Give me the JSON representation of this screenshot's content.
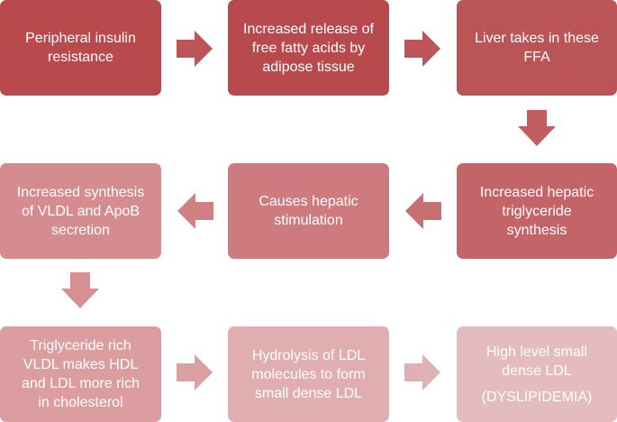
{
  "diagram": {
    "steps": [
      {
        "lines": [
          "Peripheral insulin",
          "resistance"
        ],
        "color": "#b84a4e"
      },
      {
        "lines": [
          "Increased release of",
          "free fatty acids by",
          "adipose tissue"
        ],
        "color": "#b84a4e"
      },
      {
        "lines": [
          "Liver takes in these",
          "FFA"
        ],
        "color": "#bb5457"
      },
      {
        "lines": [
          "Increased hepatic",
          "triglyceride",
          "synthesis"
        ],
        "color": "#c36468"
      },
      {
        "lines": [
          "Causes hepatic",
          "stimulation"
        ],
        "color": "#cd7b7e"
      },
      {
        "lines": [
          "Increased synthesis",
          "of VLDL and ApoB",
          "secretion"
        ],
        "color": "#d48c8f"
      },
      {
        "lines": [
          "Triglyceride rich",
          "VLDL makes HDL",
          "and LDL more rich",
          "in cholesterol"
        ],
        "color": "#db9da0"
      },
      {
        "lines": [
          "Hydrolysis of LDL",
          "molecules to form",
          "small dense LDL"
        ],
        "color": "#e0aeb0"
      },
      {
        "lines": [
          "High level small",
          "dense LDL"
        ],
        "sub": "(DYSLIPIDEMIA)",
        "color": "#e5bcbe"
      }
    ],
    "arrows": [
      {
        "from": 1,
        "to": 2,
        "direction": "right",
        "color": "#bd5458"
      },
      {
        "from": 2,
        "to": 3,
        "direction": "right",
        "color": "#bd5458"
      },
      {
        "from": 3,
        "to": 4,
        "direction": "down",
        "color": "#c25d61"
      },
      {
        "from": 4,
        "to": 5,
        "direction": "left",
        "color": "#c96e71"
      },
      {
        "from": 5,
        "to": 6,
        "direction": "left",
        "color": "#d07f82"
      },
      {
        "from": 6,
        "to": 7,
        "direction": "down",
        "color": "#d69093"
      },
      {
        "from": 7,
        "to": 8,
        "direction": "right",
        "color": "#dca0a3"
      },
      {
        "from": 8,
        "to": 9,
        "direction": "right",
        "color": "#e1b0b2"
      }
    ]
  }
}
